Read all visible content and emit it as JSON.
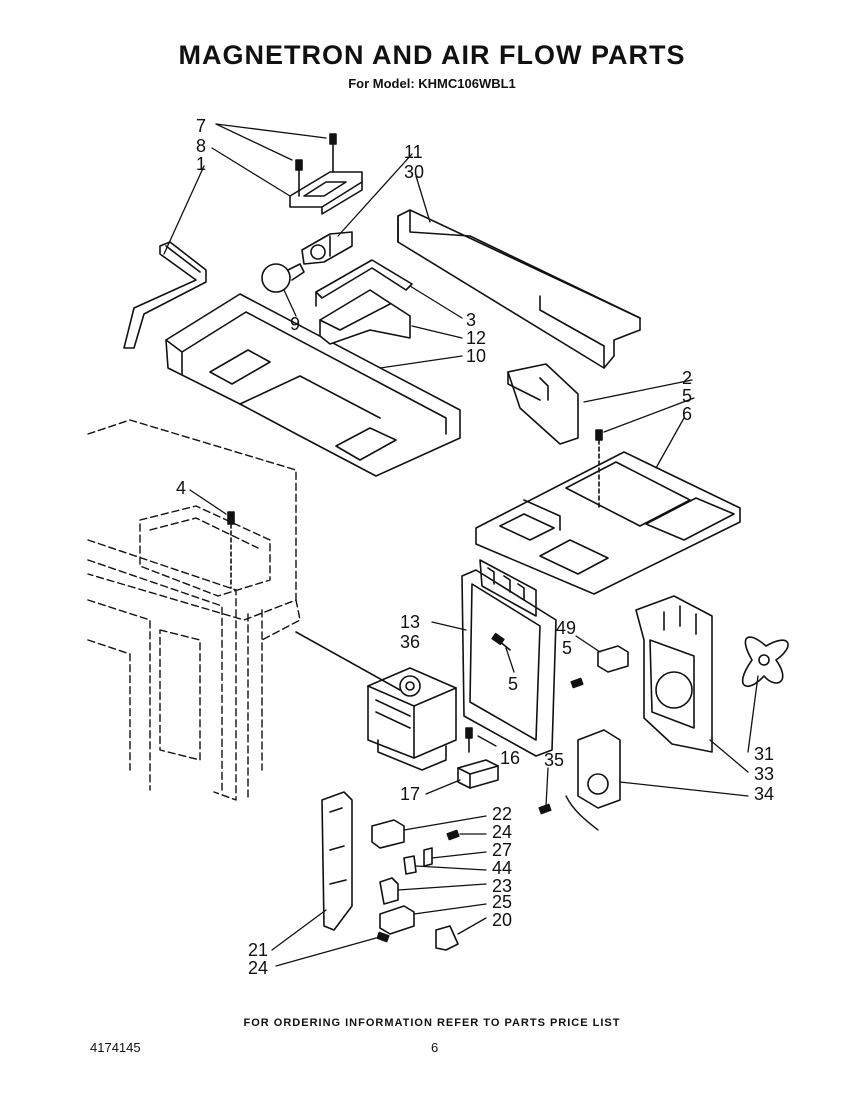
{
  "title": "MAGNETRON AND AIR FLOW PARTS",
  "subtitle": "For Model: KHMC106WBL1",
  "footer_note": "FOR ORDERING INFORMATION REFER TO PARTS PRICE LIST",
  "doc_number": "4174145",
  "page_number": "6",
  "callouts": {
    "c7": "7",
    "c8": "8",
    "c1": "1",
    "c11": "11",
    "c30": "30",
    "c9": "9",
    "c3": "3",
    "c12": "12",
    "c10": "10",
    "c2": "2",
    "c5a": "5",
    "c6": "6",
    "c4": "4",
    "c13": "13",
    "c36": "36",
    "c49": "49",
    "c5b": "5",
    "c5c": "5",
    "c16": "16",
    "c17": "17",
    "c31": "31",
    "c33": "33",
    "c34": "34",
    "c35": "35",
    "c22": "22",
    "c24a": "24",
    "c27": "27",
    "c44": "44",
    "c23": "23",
    "c25": "25",
    "c20": "20",
    "c21": "21",
    "c24b": "24"
  }
}
